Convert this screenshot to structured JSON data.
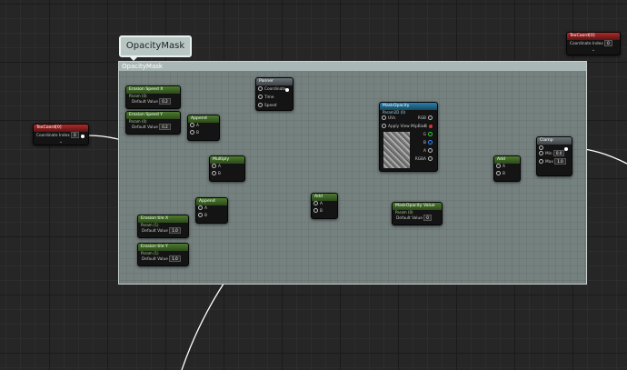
{
  "comment": {
    "bubble_label": "OpacityMask",
    "header_label": "OpacityMask"
  },
  "nodes": {
    "texcoord_left": {
      "title": "TexCoord[0]",
      "row_label": "Coordinate Index",
      "value": "0",
      "chev": "⌄"
    },
    "texcoord_right": {
      "title": "TexCoord[0]",
      "row_label": "Coordinate Index",
      "value": "0",
      "chev": "⌄"
    },
    "speed_x": {
      "title": "Erosion Speed X",
      "subtitle": "Param (0)",
      "row_label": "Default Value",
      "value": "0.2"
    },
    "speed_y": {
      "title": "Erosion Speed Y",
      "subtitle": "Param (0)",
      "row_label": "Default Value",
      "value": "0.2"
    },
    "append1": {
      "title": "Append",
      "pin_a": "A",
      "pin_b": "B"
    },
    "panner": {
      "title": "Panner",
      "pin_coord": "Coordinate",
      "pin_time": "Time",
      "pin_speed": "Speed"
    },
    "multiply": {
      "title": "Multiply",
      "pin_a": "A",
      "pin_b": "B"
    },
    "append2": {
      "title": "Append",
      "pin_a": "A",
      "pin_b": "B"
    },
    "tile_x": {
      "title": "Erosion tile X",
      "subtitle": "Param (1)",
      "row_label": "Default Value",
      "value": "1.0"
    },
    "tile_y": {
      "title": "Erosion tile Y",
      "subtitle": "Param (1)",
      "row_label": "Default Value",
      "value": "1.0"
    },
    "add1": {
      "title": "Add",
      "pin_a": "A",
      "pin_b": "B"
    },
    "mask_texture": {
      "title": "MaskOpacity",
      "subtitle": "Param2D (0)",
      "pin_uvs": "UVs",
      "pin_apply": "Apply View MipBias",
      "out_rgb": "RGB",
      "out_r": "R",
      "out_g": "G",
      "out_b": "B",
      "out_a": "A",
      "out_rgba": "RGBA"
    },
    "mask_value": {
      "title": "MaskOpacity Value",
      "subtitle": "Param (0)",
      "row_label": "Default Value",
      "value": "0"
    },
    "add2": {
      "title": "Add",
      "pin_a": "A",
      "pin_b": "B"
    },
    "clamp": {
      "title": "Clamp",
      "min_label": "Min",
      "min_value": "0.0",
      "max_label": "Max",
      "max_value": "1.0"
    }
  },
  "colors": {
    "comment_bg": "#75817f",
    "wire": "#ffffff",
    "param_header": "#4c7a2f",
    "texcoord_header": "#b02a2a",
    "texture_header": "#2a7fae"
  }
}
